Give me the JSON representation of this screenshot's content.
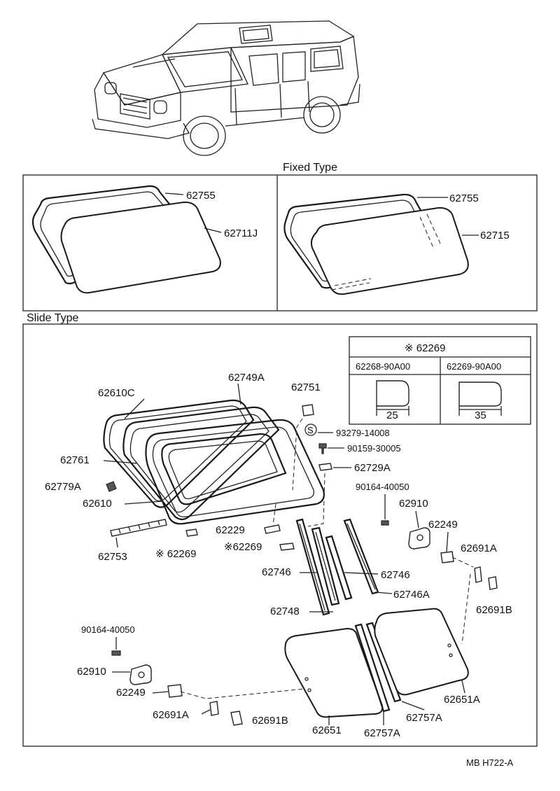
{
  "sections": {
    "fixed_type": "Fixed Type",
    "slide_type": "Slide Type"
  },
  "fixed_left": {
    "frame": "62755",
    "glass": "62711J"
  },
  "fixed_right": {
    "frame": "62755",
    "glass": "62715"
  },
  "inset": {
    "header": "※ 62269",
    "col1_part": "62268-90A00",
    "col2_part": "62269-90A00",
    "col1_dim": "25",
    "col2_dim": "35"
  },
  "slide": {
    "p62610C": "62610C",
    "p62749A": "62749A",
    "p62751": "62751",
    "p93279": "93279-14008",
    "p90159": "90159-30005",
    "p62729A": "62729A",
    "p62761": "62761",
    "p62779A": "62779A",
    "p62610": "62610",
    "p62229": "62229",
    "p62269a": "※62269",
    "p62269b": "※ 62269",
    "p62753": "62753",
    "p90164a": "90164-40050",
    "p62910a": "62910",
    "p62249a": "62249",
    "p62691Aa": "62691A",
    "p62691Ba": "62691B",
    "p62746a": "62746",
    "p62746b": "62746",
    "p62746A": "62746A",
    "p62748": "62748",
    "p90164b": "90164-40050",
    "p62910b": "62910",
    "p62249b": "62249",
    "p62691Ab": "62691A",
    "p62691Bb": "62691B",
    "p62651": "62651",
    "p62757Aa": "62757A",
    "p62757Ab": "62757A",
    "p62651A": "62651A",
    "s_symbol": "S"
  },
  "footer_code": "MB  H722-A"
}
